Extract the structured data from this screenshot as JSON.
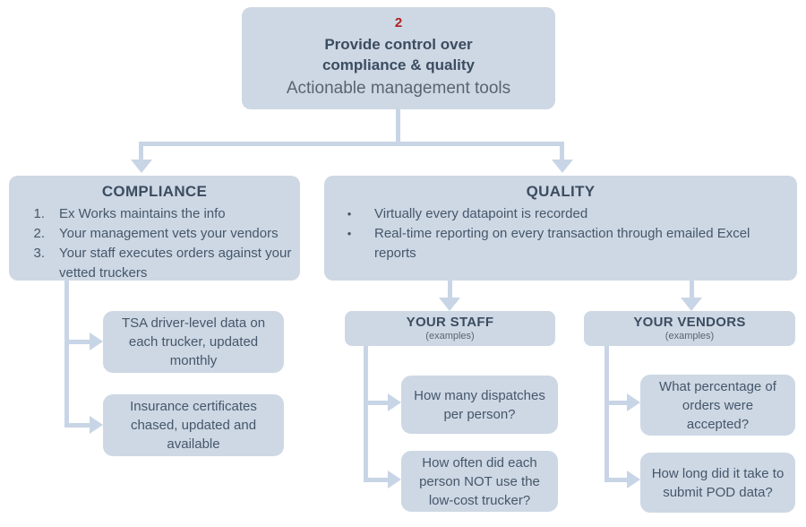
{
  "colors": {
    "box_fill": "#cdd8e4",
    "connector": "#c8d5e6",
    "heading_text": "#3c4c60",
    "body_text": "#46566a",
    "subtitle_text": "#59646f",
    "accent_red": "#b01f24"
  },
  "root_node": {
    "step_number": "2",
    "title": "Provide control over compliance & quality",
    "subtitle": "Actionable management tools"
  },
  "compliance": {
    "title": "COMPLIANCE",
    "items": [
      {
        "marker": "1.",
        "text": "Ex Works maintains the info"
      },
      {
        "marker": "2.",
        "text": "Your management vets your vendors"
      },
      {
        "marker": "3.",
        "text": "Your staff executes orders against your vetted truckers"
      }
    ],
    "children": [
      {
        "text": "TSA driver-level data on each trucker, updated monthly"
      },
      {
        "text": "Insurance certificates chased, updated and available"
      }
    ]
  },
  "quality": {
    "title": "QUALITY",
    "items": [
      {
        "marker": "•",
        "text": "Virtually every datapoint is recorded"
      },
      {
        "marker": "•",
        "text": "Real-time reporting on every transaction through emailed Excel reports"
      }
    ]
  },
  "your_staff": {
    "title": "YOUR STAFF",
    "subtitle": "(examples)",
    "children": [
      {
        "text": "How many dispatches per person?"
      },
      {
        "text": "How often did each person NOT use the low-cost trucker?"
      }
    ]
  },
  "your_vendors": {
    "title": "YOUR VENDORS",
    "subtitle": "(examples)",
    "children": [
      {
        "text": "What percentage of orders were accepted?"
      },
      {
        "text": "How long did it take to submit POD data?"
      }
    ]
  }
}
